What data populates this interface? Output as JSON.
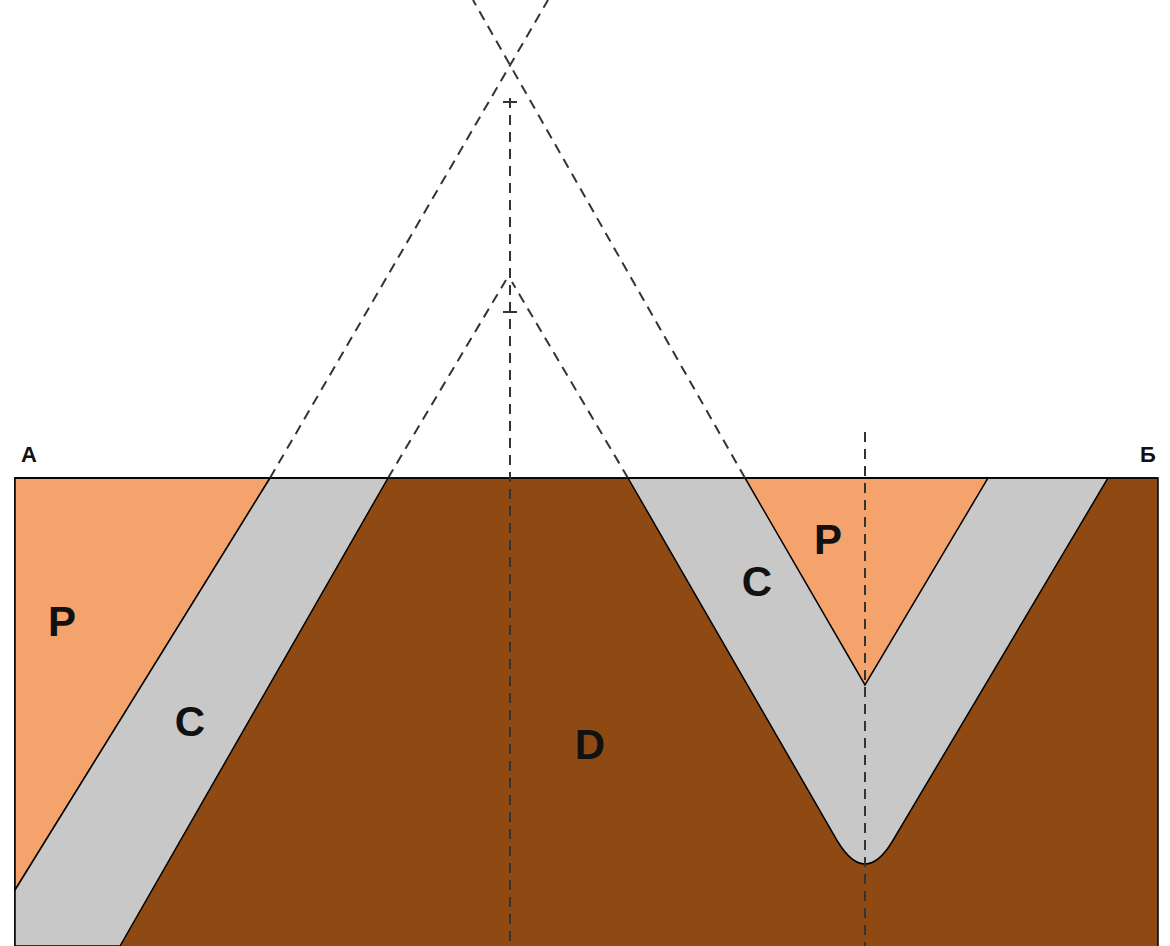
{
  "diagram": {
    "labels": [
      "А",
      "Б",
      "P",
      "C",
      "D",
      "C",
      "P"
    ]
  }
}
